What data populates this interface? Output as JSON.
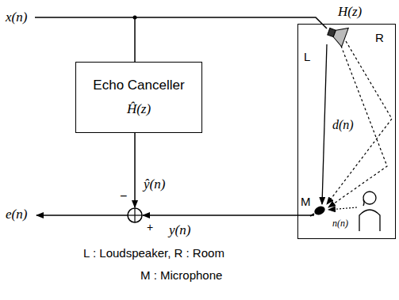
{
  "diagram": {
    "nodes": [
      {
        "text": [
          "Echo Canceller",
          "Ĥ(z)"
        ]
      },
      {
        "text": [
          "H(z)"
        ]
      }
    ],
    "labels": [
      "x(n)",
      "L",
      "R",
      "d(n)",
      "M",
      "n(n)",
      "ŷ(n)",
      "−",
      "+",
      "e(n)",
      "y(n)",
      "L : Loudspeaker, R : Room",
      "M : Microphone"
    ]
  }
}
